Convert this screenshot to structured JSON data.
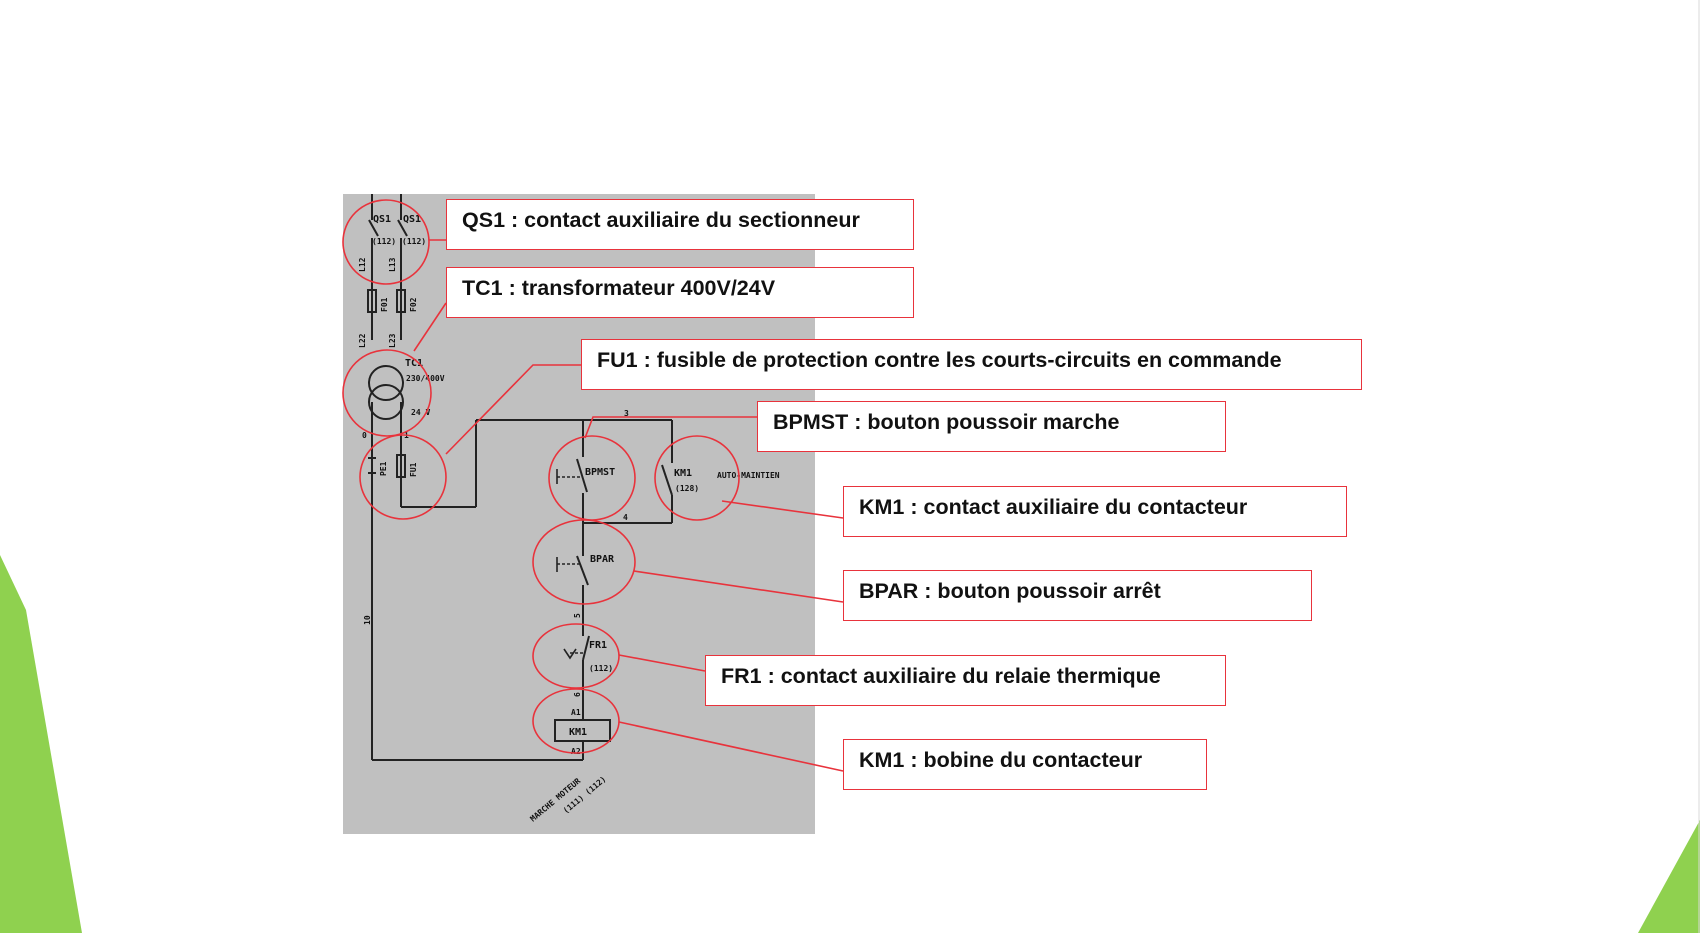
{
  "slide": {
    "accent_color": "#8fd14f",
    "highlight_color": "#e8333c"
  },
  "schematic": {
    "qs1_left": "QS1",
    "qs1_right": "QS1",
    "qs1_ref_left": "(112)",
    "qs1_ref_right": "(112)",
    "wire_l12": "L12",
    "wire_l13": "L13",
    "fuse_f01": "F01",
    "fuse_f02": "F02",
    "wire_l22": "L22",
    "wire_l23": "L23",
    "tc1": "TC1",
    "tc1_primary": "230/400V",
    "tc1_secondary": "24 V",
    "terminal_0": "0",
    "terminal_1": "1",
    "pe_ref": "PE1",
    "fu1_ref": "FU1",
    "wire_3": "3",
    "wire_4": "4",
    "wire_5": "5",
    "wire_6": "6",
    "wire_10": "10",
    "bpmst": "BPMST",
    "km1_contact": "KM1",
    "km1_contact_ref": "(128)",
    "auto_maintien": "AUTO-MAINTIEN",
    "bpar": "BPAR",
    "fr1": "FR1",
    "fr1_ref": "(112)",
    "km1_coil": "KM1",
    "coil_a1": "A1",
    "coil_a2": "A2",
    "caption_marche_moteur": "MARCHE MOTEUR",
    "caption_refs": "(111)  (112)"
  },
  "callouts": {
    "qs1": "QS1 : contact auxiliaire du sectionneur",
    "tc1": "TC1 : transformateur 400V/24V",
    "fu1": "FU1 : fusible de protection contre les courts-circuits en commande",
    "bpmst": "BPMST : bouton poussoir marche",
    "km1_contact": "KM1 : contact auxiliaire du contacteur",
    "bpar": "BPAR : bouton poussoir arrêt",
    "fr1": "FR1 : contact auxiliaire du relaie thermique",
    "km1_coil": "KM1 : bobine du contacteur"
  }
}
